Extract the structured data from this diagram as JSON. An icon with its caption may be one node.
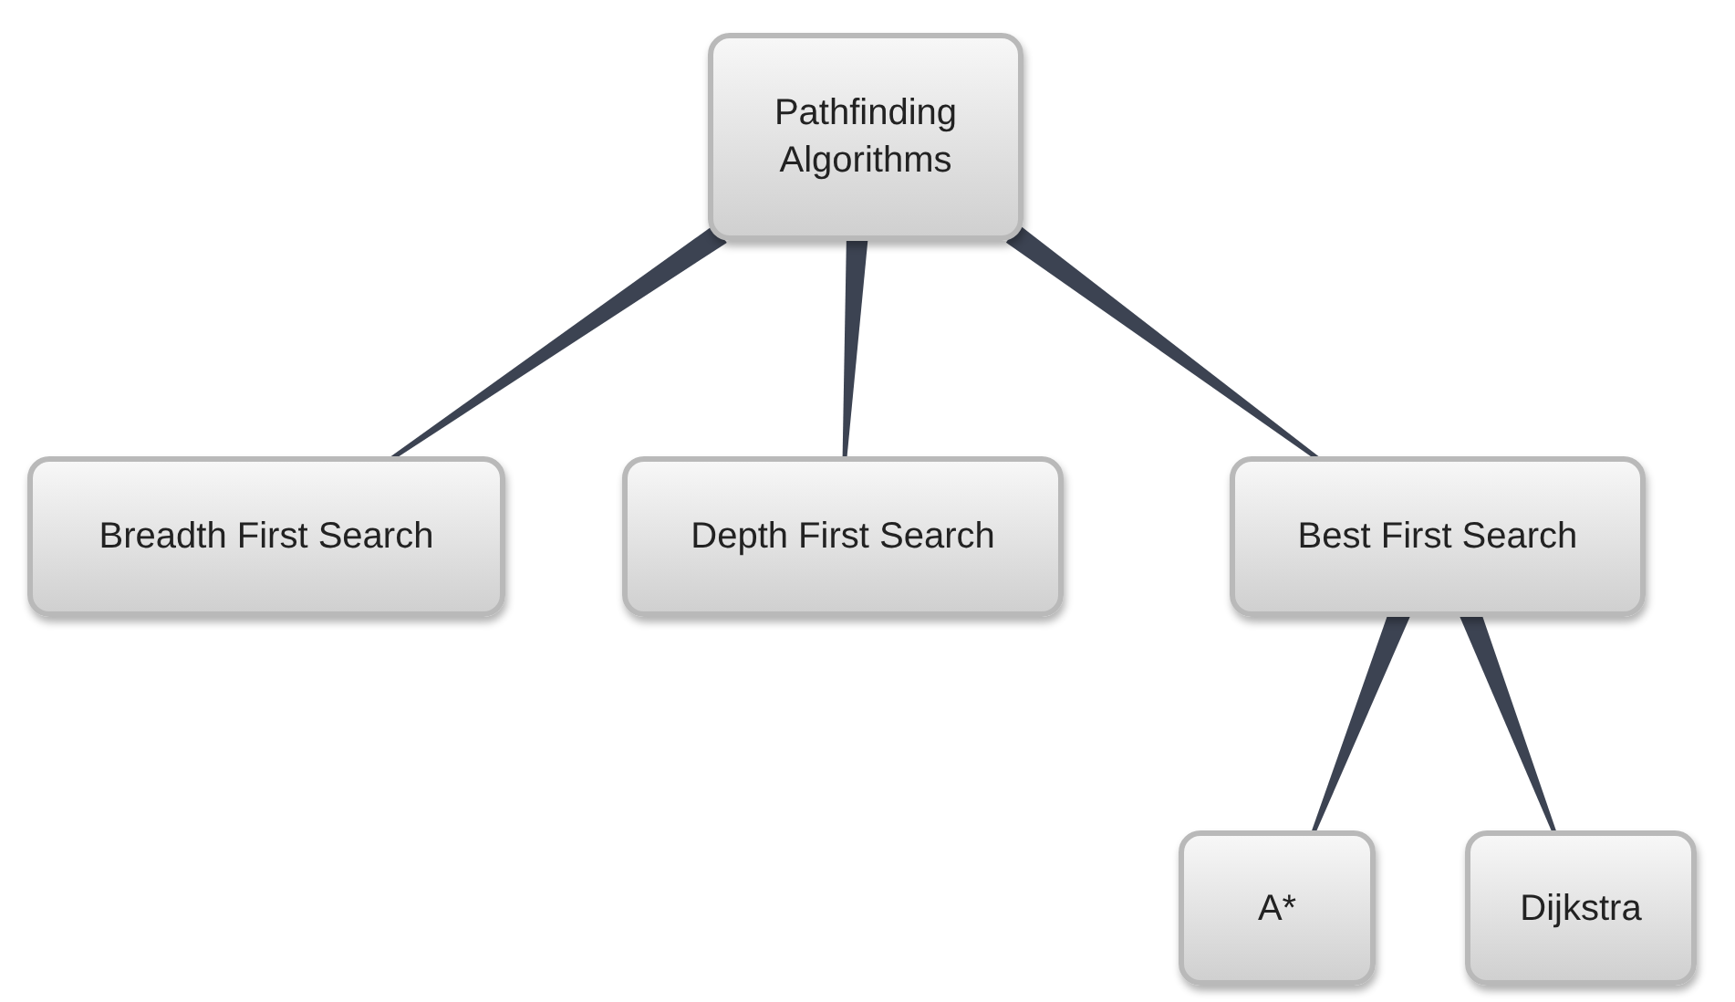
{
  "diagram": {
    "nodes": [
      {
        "text": [
          "Pathfinding Algorithms"
        ]
      },
      {
        "text": [
          "Breadth First Search"
        ]
      },
      {
        "text": [
          "Depth First Search"
        ]
      },
      {
        "text": [
          "Best First Search"
        ]
      },
      {
        "text": [
          "A*"
        ]
      },
      {
        "text": [
          "Dijkstra"
        ]
      }
    ],
    "edges": [
      {
        "from": 0,
        "to": 1,
        "arrow": "none"
      },
      {
        "from": 0,
        "to": 2,
        "arrow": "none"
      },
      {
        "from": 0,
        "to": 3,
        "arrow": "none"
      },
      {
        "from": 3,
        "to": 4,
        "arrow": "none"
      },
      {
        "from": 3,
        "to": 5,
        "arrow": "none"
      }
    ]
  }
}
